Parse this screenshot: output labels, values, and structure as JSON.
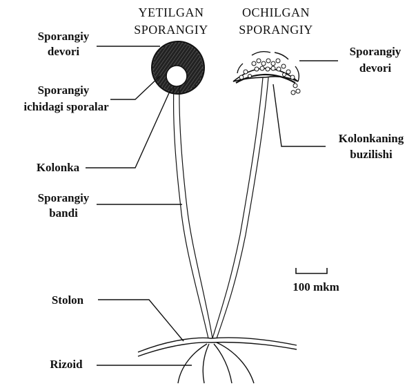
{
  "headers": {
    "left_line1": "YETILGAN",
    "left_line2": "SPORANGIY",
    "right_line1": "OCHILGAN",
    "right_line2": "SPORANGIY"
  },
  "labels": {
    "wall_left_line1": "Sporangiy",
    "wall_left_line2": "devori",
    "spores_line1": "Sporangiy",
    "spores_line2": "ichidagi sporalar",
    "columella": "Kolonka",
    "stalk_line1": "Sporangiy",
    "stalk_line2": "bandi",
    "stolon": "Stolon",
    "rhizoid": "Rizoid",
    "wall_right_line1": "Sporangiy",
    "wall_right_line2": "devori",
    "breakdown_line1": "Kolonkaning",
    "breakdown_line2": "buzilishi",
    "scale_bar": "100 mkm"
  }
}
